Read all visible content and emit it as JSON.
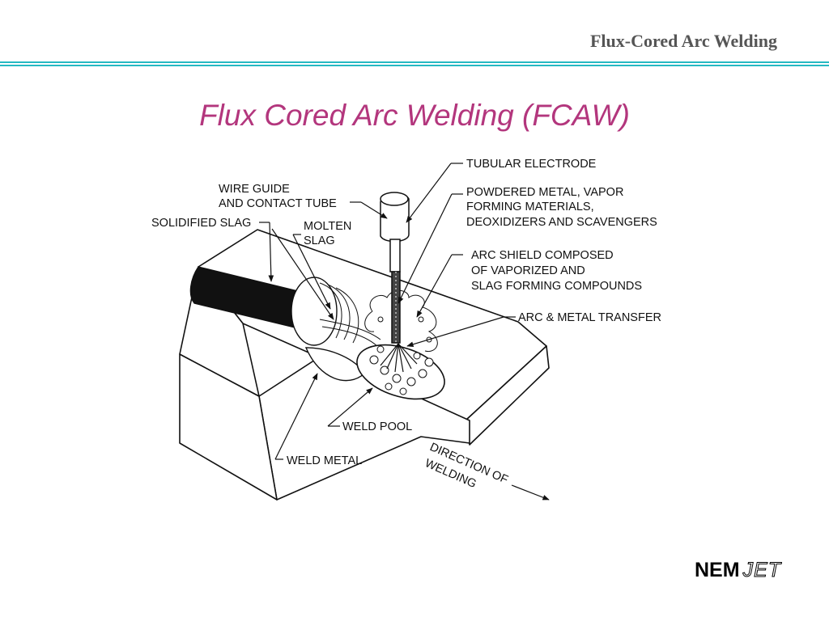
{
  "header": {
    "title": "Flux-Cored Arc Welding"
  },
  "slide": {
    "title": "Flux Cored Arc Welding (FCAW)"
  },
  "labels": {
    "tubular_electrode": "TUBULAR ELECTRODE",
    "powdered_metal": [
      "POWDERED METAL, VAPOR",
      "FORMING MATERIALS,",
      "DEOXIDIZERS AND SCAVENGERS"
    ],
    "arc_shield": [
      "ARC SHIELD COMPOSED",
      "OF VAPORIZED AND",
      "SLAG FORMING COMPOUNDS"
    ],
    "arc_metal_transfer": "ARC & METAL TRANSFER",
    "wire_guide": [
      "WIRE GUIDE",
      "AND CONTACT TUBE"
    ],
    "solidified_slag": "SOLIDIFIED SLAG",
    "molten_slag": [
      "MOLTEN",
      "SLAG"
    ],
    "weld_pool": "WELD POOL",
    "weld_metal": "WELD METAL",
    "direction": [
      "DIRECTION OF",
      "WELDING"
    ]
  },
  "logo": {
    "nem": "NEM",
    "jet": "JET"
  },
  "colors": {
    "header_rule": "#26b8c2",
    "title": "#b3367d",
    "header_text": "#555555"
  }
}
